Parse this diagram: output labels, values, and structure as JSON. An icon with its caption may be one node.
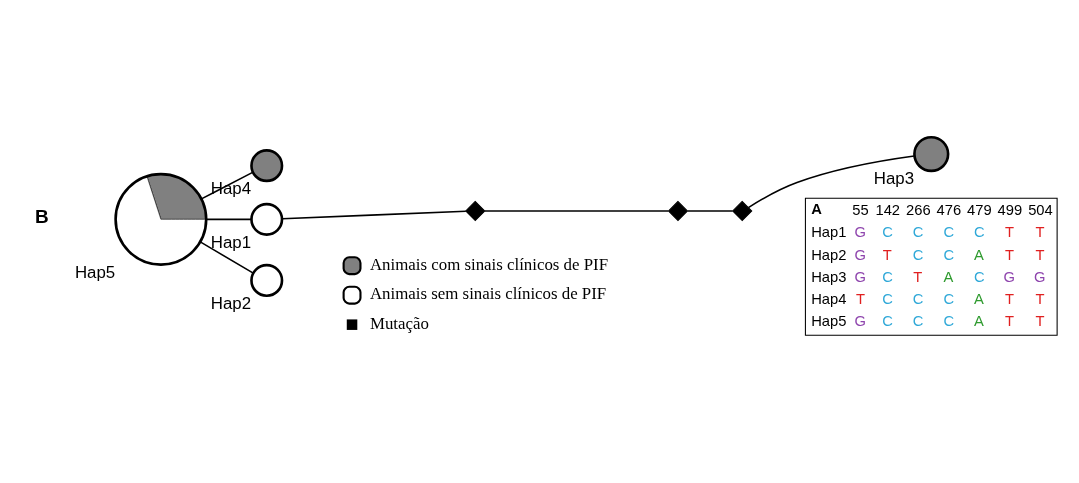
{
  "diagram": {
    "nodes": [
      {
        "text": [],
        "shape": "circle",
        "beside": [
          "Hap4"
        ]
      },
      {
        "text": [],
        "shape": "circle",
        "beside": [
          "Hap5"
        ]
      },
      {
        "text": [],
        "shape": "circle",
        "beside": [
          "Hap1"
        ]
      },
      {
        "text": [],
        "shape": "diamond"
      },
      {
        "text": [],
        "shape": "diamond"
      },
      {
        "text": [],
        "shape": "diamond"
      },
      {
        "text": [],
        "shape": "circle",
        "beside": [
          "Hap3"
        ]
      },
      {
        "text": [],
        "shape": "circle",
        "beside": [
          "Hap2"
        ]
      }
    ],
    "edges": [
      {
        "from": 1,
        "to": 0,
        "arrow": "none"
      },
      {
        "from": 1,
        "to": 2,
        "arrow": "none"
      },
      {
        "from": 1,
        "to": 7,
        "arrow": "none"
      },
      {
        "from": 2,
        "to": 3,
        "arrow": "none"
      },
      {
        "from": 3,
        "to": 4,
        "arrow": "none"
      },
      {
        "from": 4,
        "to": 5,
        "arrow": "none"
      },
      {
        "from": 5,
        "to": 6,
        "arrow": "none"
      }
    ],
    "labels": [
      "A",
      "55",
      "142",
      "266",
      "476",
      "479",
      "499",
      "504",
      "Hap1",
      "G",
      "C",
      "C",
      "C",
      "C",
      "T",
      "T",
      "Hap2",
      "G",
      "T",
      "C",
      "C",
      "A",
      "T",
      "T",
      "Hap3",
      "G",
      "C",
      "T",
      "A",
      "C",
      "G",
      "G",
      "Hap4",
      "T",
      "C",
      "C",
      "C",
      "A",
      "T",
      "T",
      "Hap5",
      "G",
      "C",
      "C",
      "C",
      "A",
      "T",
      "T",
      "B"
    ],
    "legend": [
      {
        "text": "Animais com sinais clínicos de PIF",
        "color": "#808080"
      },
      {
        "text": "Animais sem sinais clínicos de PIF",
        "color": "#ffffff"
      },
      {
        "text": "Mutação"
      }
    ]
  }
}
